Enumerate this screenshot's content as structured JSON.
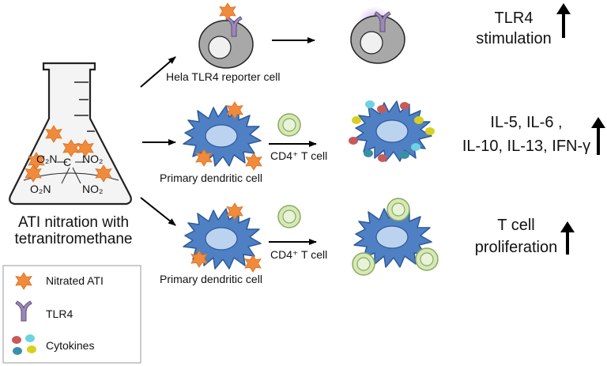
{
  "flask": {
    "o2n_left": "O₂N",
    "no2_left_bottom": "O₂N",
    "carbon": "C",
    "no2_right": "NO₂",
    "no2_right_bottom": "NO₂",
    "caption_line1": "ATI nitration with",
    "caption_line2": "tetranitromethane"
  },
  "row1": {
    "cell_label": "Hela TLR4 reporter cell",
    "result_line1": "TLR4",
    "result_line2": "stimulation"
  },
  "row2": {
    "tcell_label": "CD4⁺ T cell",
    "cell_label": "Primary dendritic cell",
    "result_line1": "IL-5, IL-6 ,",
    "result_line2": "IL-10, IL-13, IFN-γ"
  },
  "row3": {
    "tcell_label": "CD4⁺ T cell",
    "cell_label": "Primary dendritic cell",
    "result_line1": "T cell",
    "result_line2": "proliferation"
  },
  "legend": {
    "items": [
      {
        "icon": "orange-star",
        "label": "Nitrated ATI"
      },
      {
        "icon": "tlr4-receptor",
        "label": "TLR4"
      },
      {
        "icon": "cytokine-dots",
        "label": "Cytokines"
      }
    ]
  },
  "colors": {
    "ati": "#f08a3c",
    "tlr4": "#9a88b8",
    "dendritic": "#4f80c4",
    "nucleus": "#bcd3f0",
    "tcell": "#d6e8b8",
    "hela": "#a8a8a8"
  }
}
